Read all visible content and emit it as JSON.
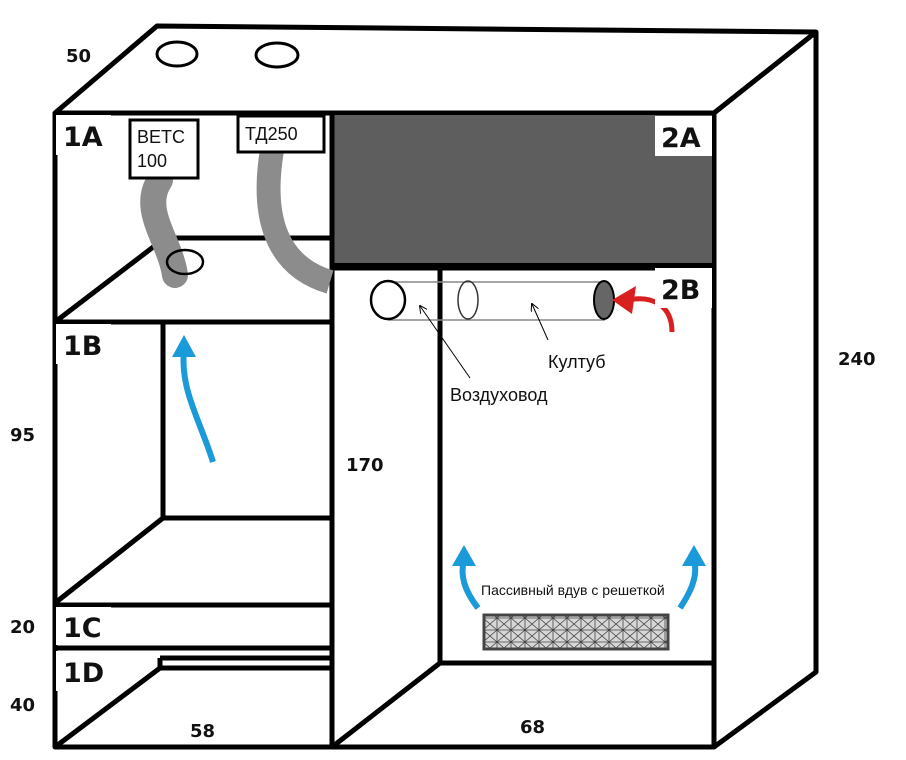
{
  "dimensions": {
    "top_depth": "50",
    "total_height": "240",
    "section_1b_height": "95",
    "section_1c_height": "20",
    "section_1d_height": "40",
    "middle_height": "170",
    "left_width": "58",
    "right_width": "68"
  },
  "sections": {
    "s1a": "1A",
    "s1b": "1B",
    "s1c": "1C",
    "s1d": "1D",
    "s2a": "2A",
    "s2b": "2B"
  },
  "devices": {
    "fan_line1": "ВЕТС",
    "fan_line2": "100",
    "lamp": "ТД250"
  },
  "annotations": {
    "cooltube": "Култуб",
    "air_duct": "Воздуховод",
    "passive_intake": "Пассивный вдув с решеткой"
  },
  "colors": {
    "outline": "#000000",
    "duct_gray": "#8c8c8c",
    "panel_2a": "#5e5e5e",
    "airflow_blue": "#1a9ad8",
    "hot_air_red": "#d92020",
    "cooltube_cap": "#666666",
    "grille_fill": "#d0d0d0"
  },
  "icons": {
    "airflow_arrow": "airflow-arrow-icon",
    "hot_air_arrow": "hot-air-arrow-icon",
    "vent_hole": "vent-hole-icon"
  }
}
